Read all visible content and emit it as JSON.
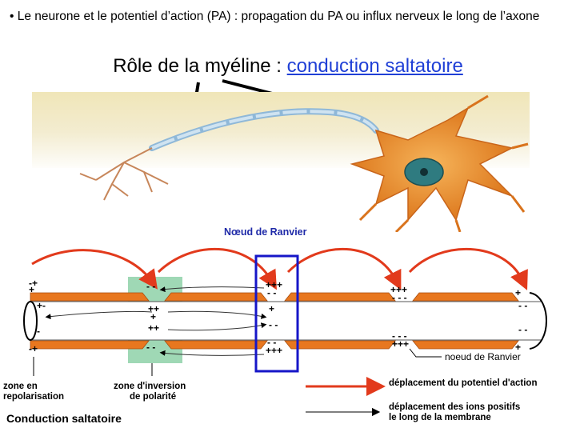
{
  "bullet_text": "• Le neurone et le potentiel d’action (PA)  : propagation du PA ou influx nerveux le long de l’axone",
  "title": {
    "prefix": "Rôle de la myéline : ",
    "link": "conduction saltatoire"
  },
  "photo_label": "Nœud de Ranvier",
  "diagram": {
    "labels": {
      "repolarisation": [
        "zone en",
        "repolarisation"
      ],
      "inversion": [
        "zone d'inversion",
        "de polarité"
      ],
      "noeud": "noeud de Ranvier"
    },
    "legend": {
      "red": "déplacement du potentiel d'action",
      "black": [
        "déplacement des ions positifs",
        "le long de la membrane"
      ]
    }
  },
  "caption": "Conduction saltatoire",
  "colors": {
    "myelin": "#e8771f",
    "axon_fill": "#ffffff",
    "red_arrow": "#e23a1c",
    "highlight_green": "#9fd8b5",
    "highlight_box": "#1616c8",
    "title_link": "#1f3fd6"
  }
}
